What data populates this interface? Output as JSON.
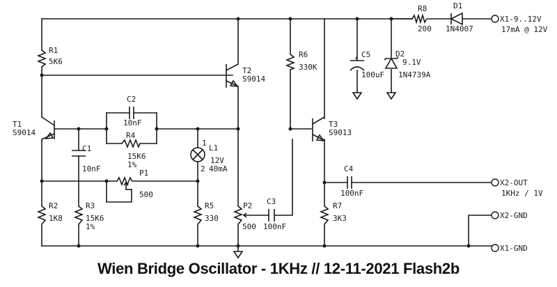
{
  "title": "Wien Bridge Oscillator - 1KHz // 12-11-2021 Flash2b",
  "components": {
    "R1": {
      "ref": "R1",
      "value": "5K6"
    },
    "R2": {
      "ref": "R2",
      "value": "1K8"
    },
    "R3": {
      "ref": "R3",
      "value": "15K6",
      "tolerance": "1%"
    },
    "R4": {
      "ref": "R4",
      "value": "15K6",
      "tolerance": "1%"
    },
    "R5": {
      "ref": "R5",
      "value": "330"
    },
    "R6": {
      "ref": "R6",
      "value": "330K"
    },
    "R7": {
      "ref": "R7",
      "value": "3K3"
    },
    "R8": {
      "ref": "R8",
      "value": "200"
    },
    "C1": {
      "ref": "C1",
      "value": "10nF"
    },
    "C2": {
      "ref": "C2",
      "value": "10nF"
    },
    "C3": {
      "ref": "C3",
      "value": "100nF"
    },
    "C4": {
      "ref": "C4",
      "value": "100nF"
    },
    "C5": {
      "ref": "C5",
      "value": "100uF"
    },
    "P1": {
      "ref": "P1",
      "value": "500"
    },
    "P2": {
      "ref": "P2",
      "value": "500"
    },
    "T1": {
      "ref": "T1",
      "value": "S9014"
    },
    "T2": {
      "ref": "T2",
      "value": "S9014"
    },
    "T3": {
      "ref": "T3",
      "value": "S9013"
    },
    "D1": {
      "ref": "D1",
      "value": "1N4007"
    },
    "D2": {
      "ref": "D2",
      "voltage": "9.1V",
      "value": "1N4739A"
    },
    "L1": {
      "ref": "L1",
      "pin1": "1",
      "pin2": "2",
      "voltage": "12V",
      "current": "40mA"
    }
  },
  "terminals": {
    "x1_supply": {
      "label": "X1-9..12V",
      "note": "17mA @ 12V"
    },
    "x2_out": {
      "label": "X2-OUT",
      "note": "1KHz / 1V"
    },
    "x2_gnd": {
      "label": "X2-GND"
    },
    "x1_gnd": {
      "label": "X1-GND"
    }
  }
}
